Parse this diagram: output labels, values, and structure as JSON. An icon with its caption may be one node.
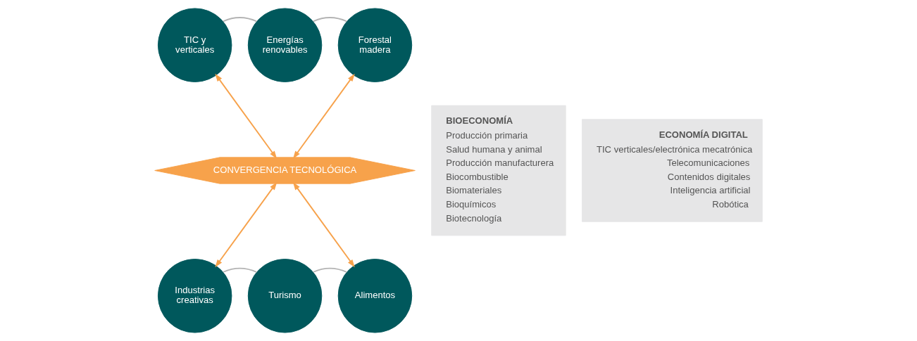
{
  "diagram": {
    "nodes": [
      {
        "text": [
          "ECONOMÍA DIGITAL",
          "TIC verticales/electrónica mecatrónica",
          "Telecomunicaciones",
          "Contenidos digitales",
          "Inteligencia artificial",
          "Robótica"
        ]
      },
      {
        "text": [
          "TIC y verticales"
        ]
      },
      {
        "text": [
          "Energías renovables"
        ]
      },
      {
        "text": [
          "Forestal madera"
        ]
      },
      {
        "text": [
          "CONVERGENCIA TECNOLÓGICA"
        ]
      },
      {
        "text": [
          "Industrias creativas"
        ]
      },
      {
        "text": [
          "Turismo"
        ]
      },
      {
        "text": [
          "Alimentos"
        ]
      },
      {
        "text": [
          "BIOECONOMÍA",
          "Producción primaria",
          "Salud humana y animal",
          "Producción manufacturera",
          "Biocombustible",
          "Biomateriales",
          "Bioquímicos",
          "Biotecnología"
        ]
      }
    ],
    "edges": [
      {
        "from": 1,
        "to": 2,
        "arrow": "none",
        "color": "#b3b3b3"
      },
      {
        "from": 2,
        "to": 3,
        "arrow": "none",
        "color": "#b3b3b3"
      },
      {
        "from": 1,
        "to": 4,
        "arrow": "both",
        "color": "#f7a24b"
      },
      {
        "from": 3,
        "to": 4,
        "arrow": "both",
        "color": "#f7a24b"
      },
      {
        "from": 4,
        "to": 5,
        "arrow": "both",
        "color": "#f7a24b"
      },
      {
        "from": 4,
        "to": 7,
        "arrow": "both",
        "color": "#f7a24b"
      },
      {
        "from": 5,
        "to": 6,
        "arrow": "none",
        "color": "#b3b3b3"
      },
      {
        "from": 6,
        "to": 7,
        "arrow": "none",
        "color": "#b3b3b3"
      }
    ]
  }
}
